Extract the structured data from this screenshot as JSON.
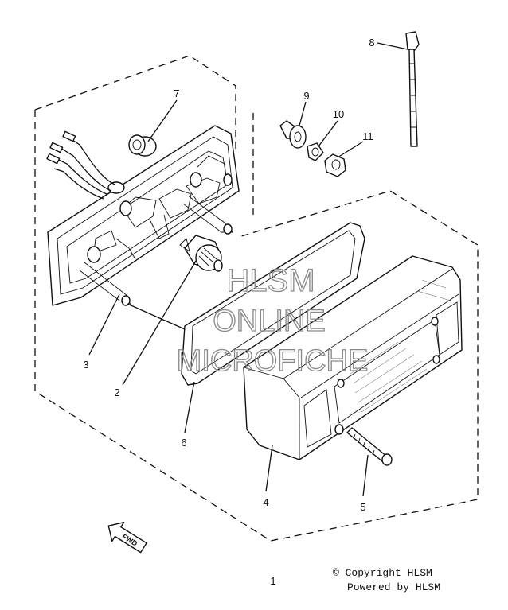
{
  "callouts": {
    "c1": "1",
    "c2": "2",
    "c3": "3",
    "c4": "4",
    "c5": "5",
    "c6": "6",
    "c7": "7",
    "c8": "8",
    "c9": "9",
    "c10": "10",
    "c11": "11"
  },
  "watermark": {
    "line1": "HLSM",
    "line2": "ONLINE",
    "line3": "MICROFICHE"
  },
  "direction_arrow": {
    "label": "FWD"
  },
  "footer": {
    "copyright": "© Copyright HLSM",
    "powered": "Powered by HLSM"
  }
}
